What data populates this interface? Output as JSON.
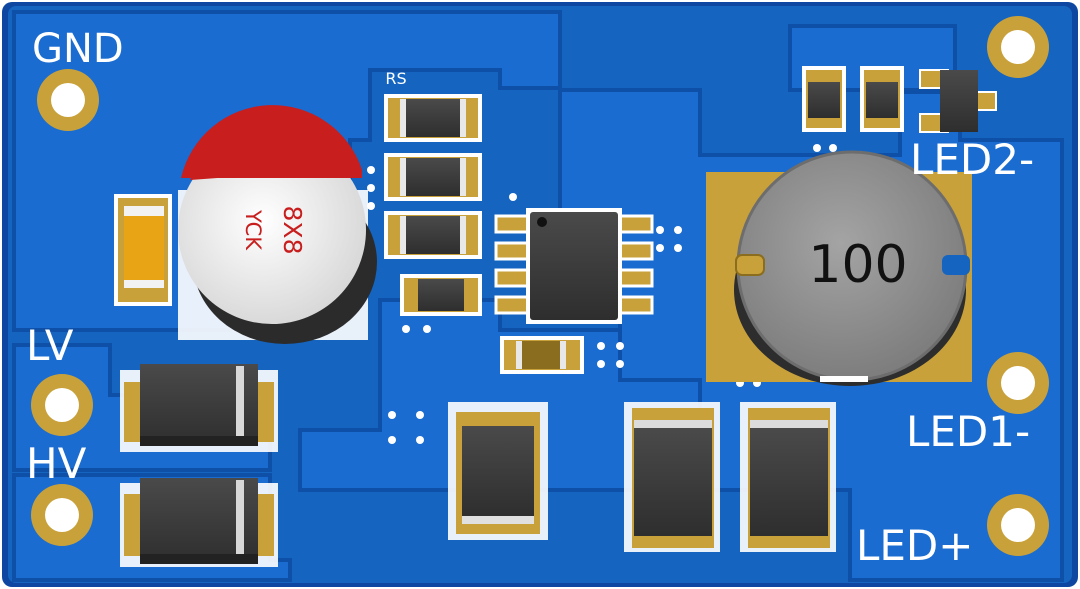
{
  "board": {
    "labels": {
      "gnd": "GND",
      "lv": "LV",
      "hv": "HV",
      "led2": "LED2-",
      "led1": "LED1-",
      "ledplus": "LED+",
      "rs": "RS"
    },
    "capacitor": {
      "size": "8X8",
      "brand": "YCK"
    },
    "inductor": {
      "value": "100"
    },
    "colors": {
      "pcb": "#1565c0",
      "copper": "#1e74d4",
      "pad_gold": "#c9a13b",
      "component_body": "#3a3a3a",
      "cap_red": "#c81e1e",
      "inductor_gray": "#8e8e8e"
    }
  }
}
